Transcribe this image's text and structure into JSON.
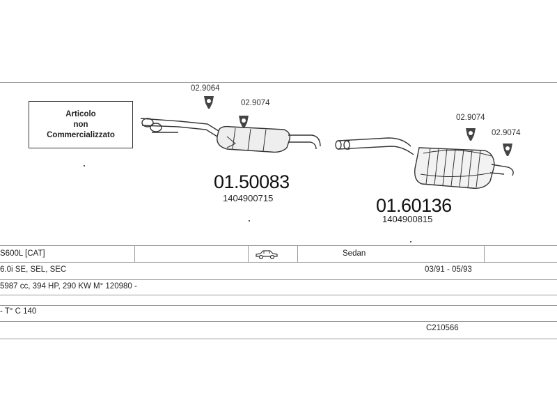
{
  "notice": {
    "line1": "Articolo",
    "line2": "non",
    "line3": "Commercializzato"
  },
  "parts": {
    "front_muffler": {
      "number": "01.50083",
      "oem": "1404900715"
    },
    "rear_muffler": {
      "number": "01.60136",
      "oem": "1404900815"
    }
  },
  "hardware": {
    "front_hanger_a": "02.9064",
    "front_hanger_b": "02.9074",
    "rear_hanger_a": "02.9074",
    "rear_hanger_b": "02.9074"
  },
  "vehicle": {
    "model": "S600L  [CAT]",
    "body_icon": "sedan-car-icon",
    "body_type": "Sedan",
    "variants": "6.0i SE, SEL, SEC",
    "years": "03/91 - 05/93",
    "engine": "5987 cc, 394 HP, 290 KW M° 120980 -",
    "chassis": "- T° C 140",
    "ref_code": "C210566"
  }
}
